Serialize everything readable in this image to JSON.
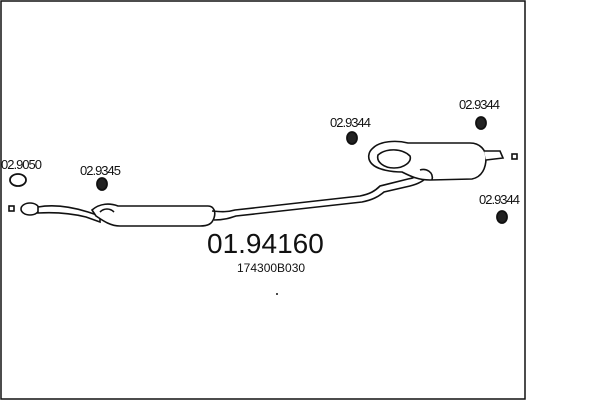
{
  "diagram": {
    "part_number": "01.94160",
    "oe_number": "174300B030",
    "mounting_parts": [
      {
        "ref": "02.9050"
      },
      {
        "ref": "02.9345"
      },
      {
        "ref": "02.9344"
      },
      {
        "ref": "02.9344"
      },
      {
        "ref": "02.9344"
      }
    ]
  },
  "colors": {
    "line": "#111111",
    "fill": "#ffffff",
    "background": "#ffffff"
  }
}
